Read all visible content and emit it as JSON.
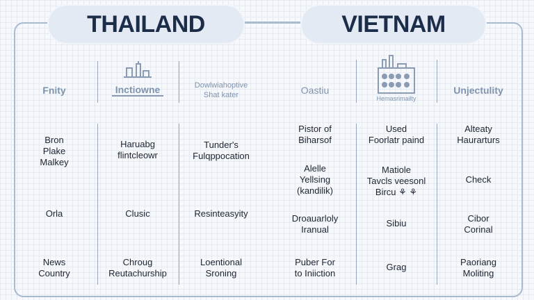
{
  "titles": {
    "left": "THAILAND",
    "right": "VIETNAM"
  },
  "headers": [
    "Fnity",
    "Inctiowne",
    "Dowlwiahoptive\nShat kater",
    "Oastiu",
    "Hemasrimailty",
    "Unjectulity"
  ],
  "columns": [
    {
      "cells": [
        "Bron\nPlake\nMalkey",
        "Orla",
        "News\nCountry"
      ]
    },
    {
      "cells": [
        "Haruabg\nflintcleowr",
        "Clusic",
        "Chroug\nReutachurship"
      ]
    },
    {
      "cells": [
        "Tunder's\nFulqppocation",
        "Resinteasyity",
        "Loentional\nSroning"
      ]
    },
    {
      "cells": [
        "Pistor of\nBiharsof",
        "Alelle\nYellsing\n(kandilik)",
        "Droauarloly\nIranual",
        "Puber For\nto Iniiction"
      ]
    },
    {
      "cells": [
        "Used\nFoorlatr paind",
        "Matiole\nTavcls veesonl\nBircu ⚘ ⚘",
        "Sibiu",
        "Grag"
      ]
    },
    {
      "cells": [
        "Alteaty\nHaurarturs",
        "Check",
        "Cibor\nCorinal",
        "Paoriang\nMoliting"
      ]
    }
  ]
}
